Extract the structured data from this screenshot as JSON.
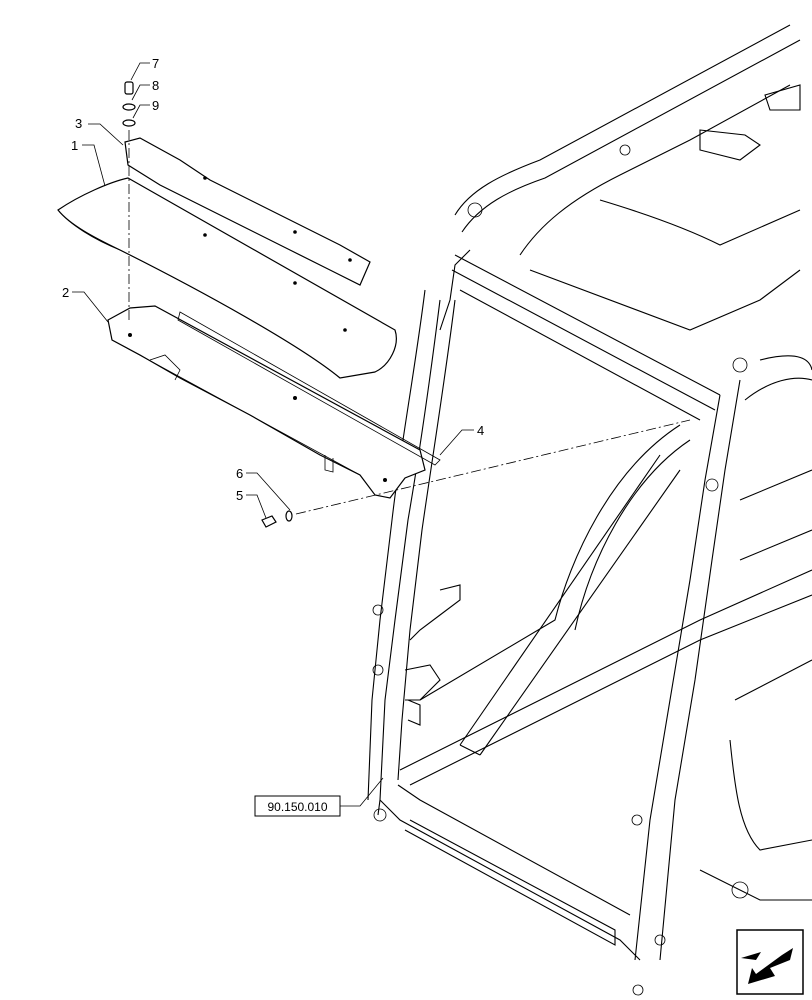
{
  "diagram": {
    "callouts": [
      {
        "id": "1",
        "label": "1"
      },
      {
        "id": "2",
        "label": "2"
      },
      {
        "id": "3",
        "label": "3"
      },
      {
        "id": "4",
        "label": "4"
      },
      {
        "id": "5",
        "label": "5"
      },
      {
        "id": "6",
        "label": "6"
      },
      {
        "id": "7",
        "label": "7"
      },
      {
        "id": "8",
        "label": "8"
      },
      {
        "id": "9",
        "label": "9"
      }
    ],
    "reference_label": "90.150.010",
    "nav_icon": "arrow-back-icon"
  }
}
